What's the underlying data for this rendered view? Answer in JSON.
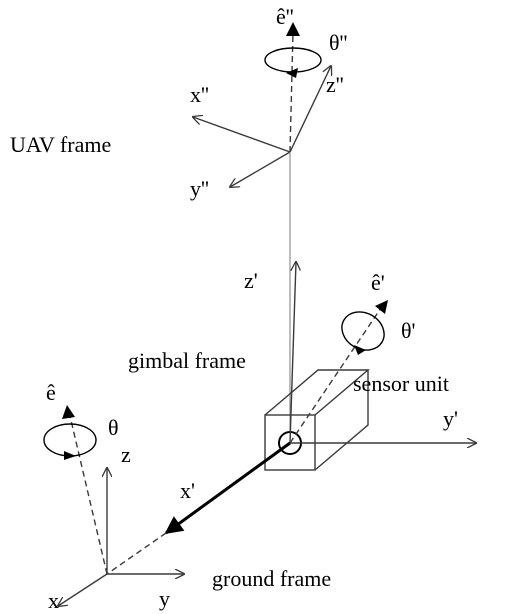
{
  "frames": {
    "uav": {
      "title": "UAV  frame",
      "axis_x": "x''",
      "axis_y": "y''",
      "axis_z": "z''",
      "rotation_axis": "ê''",
      "rotation_angle": "θ''"
    },
    "gimbal": {
      "title": "gimbal frame",
      "axis_x": "x'",
      "axis_y": "y'",
      "axis_z": "z'",
      "rotation_axis": "ê'",
      "rotation_angle": "θ'"
    },
    "ground": {
      "title": "ground frame",
      "axis_x": "x",
      "axis_y": "y",
      "axis_z": "z",
      "rotation_axis": "ê",
      "rotation_angle": "θ"
    }
  },
  "sensor": {
    "label": "sensor unit"
  }
}
